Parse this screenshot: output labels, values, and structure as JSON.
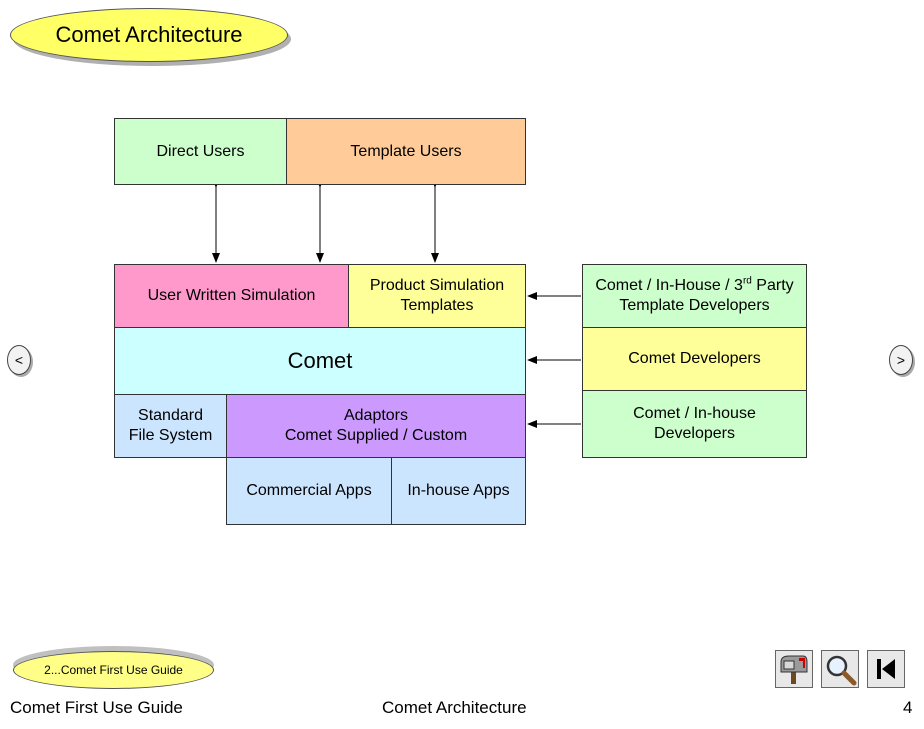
{
  "title": "Comet Architecture",
  "users": {
    "direct": "Direct Users",
    "template": "Template Users"
  },
  "layers": {
    "user_sim": "User Written Simulation",
    "product_sim": "Product Simulation Templates",
    "comet": "Comet",
    "standard_fs_1": "Standard",
    "standard_fs_2": "File System",
    "adaptors_1": "Adaptors",
    "adaptors_2": "Comet Supplied / Custom",
    "commercial": "Commercial Apps",
    "inhouse": "In-house Apps"
  },
  "developers": {
    "template_dev_a": "Comet / In-House / 3",
    "template_dev_sup": "rd",
    "template_dev_b": " Party",
    "template_dev_c": "Template Developers",
    "comet_dev": "Comet Developers",
    "inhouse_dev_1": "Comet / In-house",
    "inhouse_dev_2": "Developers"
  },
  "nav": {
    "prev": "<",
    "next": ">"
  },
  "guide_link": "2...Comet First Use Guide",
  "footer": {
    "left": "Comet First Use Guide",
    "center": "Comet Architecture",
    "page": "4"
  },
  "icons": [
    "mailbox-icon",
    "magnifier-icon",
    "skip-to-start-icon"
  ],
  "colors": {
    "direct_users": "#ccffcc",
    "template_users": "#ffcc99",
    "user_sim": "#ff99cc",
    "product_sim": "#ffff99",
    "comet": "#ccffff",
    "standard_fs": "#cce5ff",
    "adaptors": "#cc99ff",
    "apps": "#cce5ff",
    "title": "#ffff66"
  }
}
